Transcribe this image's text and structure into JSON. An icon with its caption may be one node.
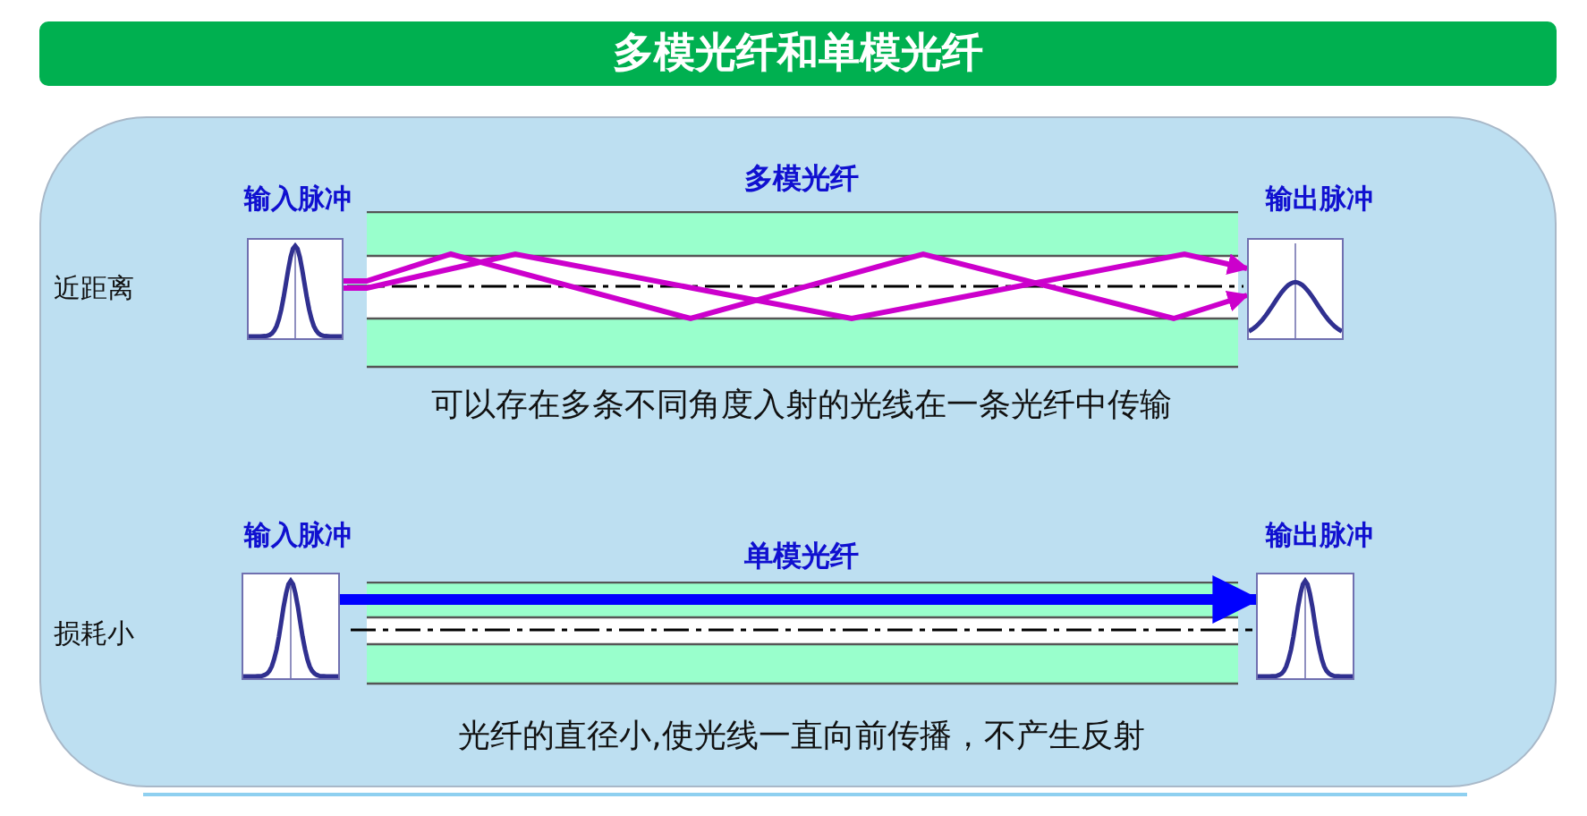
{
  "diagram": {
    "title": "多模光纤和单模光纤",
    "nodes": [
      {
        "text": [
          "输入脉冲"
        ]
      },
      {
        "text": [
          "输出脉冲"
        ]
      },
      {
        "text": [
          "输入脉冲"
        ]
      },
      {
        "text": [
          "输出脉冲"
        ]
      }
    ],
    "edges": [
      {
        "from": 0,
        "to": 1,
        "arrow": "to",
        "color": "#cc00cc"
      },
      {
        "from": 0,
        "to": 1,
        "arrow": "to",
        "color": "#cc00cc"
      },
      {
        "from": 2,
        "to": 3,
        "arrow": "to",
        "style": "thick",
        "color": "#0000ff"
      }
    ],
    "labels": [
      "多模光纤",
      "近距离",
      "可以存在多条不同角度入射的光线在一条光纤中传输",
      "单模光纤",
      "损耗小",
      "光纤的直径小,使光线一直向前传播，不产生反射"
    ]
  }
}
